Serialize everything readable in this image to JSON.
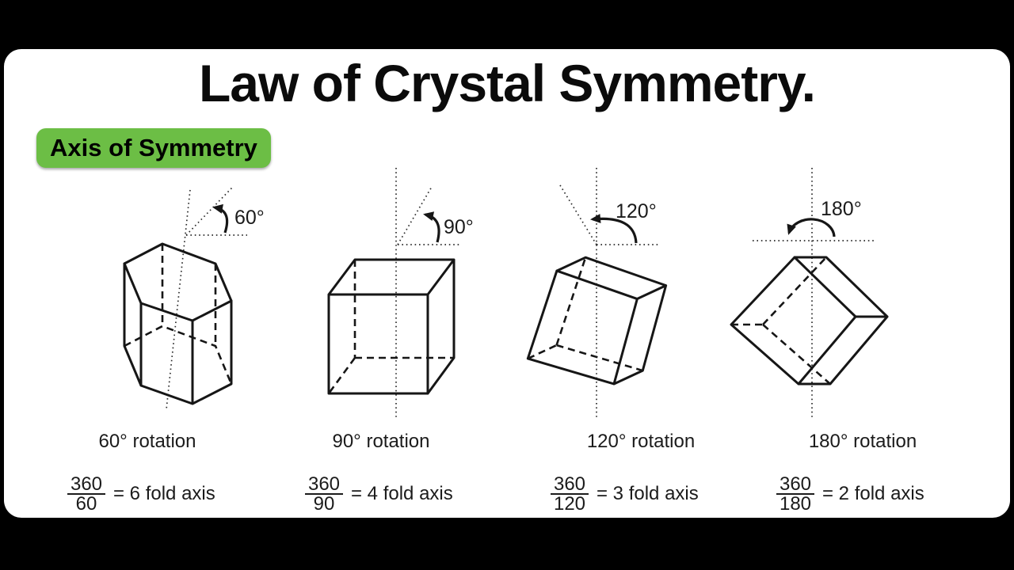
{
  "title": "Law of Crystal Symmetry.",
  "badge": {
    "label": "Axis of Symmetry",
    "color": "#6CBE45"
  },
  "colors": {
    "frame": "#000000",
    "slide_background": "#ffffff",
    "ink": "#161616",
    "accent_green": "#6CBE45"
  },
  "panels": [
    {
      "shape": "hexagonal-prism",
      "angle": "60°",
      "rotation_label": "60° rotation",
      "numerator": "360",
      "denominator": "60",
      "result": "= 6 fold axis"
    },
    {
      "shape": "cube",
      "angle": "90°",
      "rotation_label": "90° rotation",
      "numerator": "360",
      "denominator": "90",
      "result": "= 4 fold axis"
    },
    {
      "shape": "tilted-cube",
      "angle": "120°",
      "rotation_label": "120° rotation",
      "numerator": "360",
      "denominator": "120",
      "result": "= 3 fold axis"
    },
    {
      "shape": "diamond-cube",
      "angle": "180°",
      "rotation_label": "180° rotation",
      "numerator": "360",
      "denominator": "180",
      "result": "= 2 fold axis"
    }
  ]
}
